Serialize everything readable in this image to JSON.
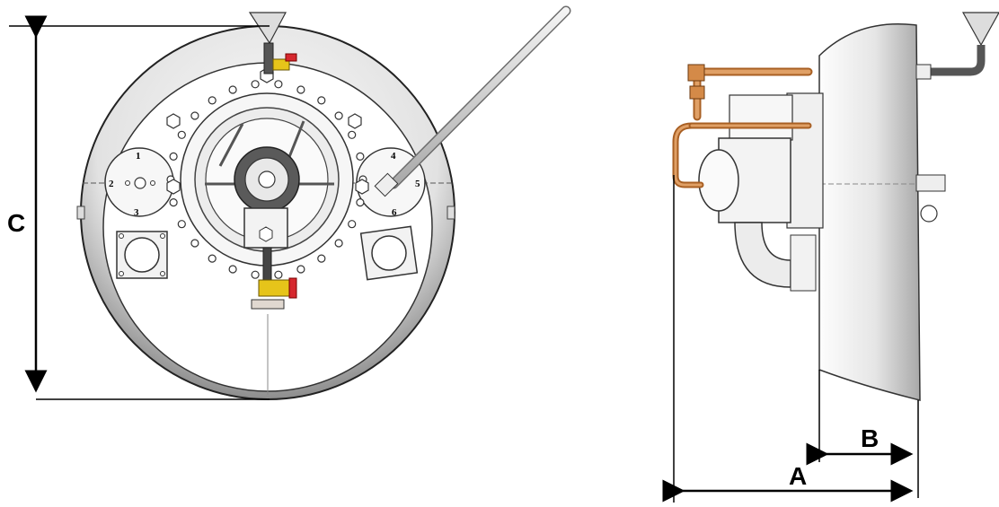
{
  "dimensions": {
    "c_label": "C",
    "b_label": "B",
    "a_label": "A"
  },
  "front_view": {
    "port_numbers": [
      "1",
      "2",
      "3",
      "4",
      "5",
      "6"
    ]
  },
  "colors": {
    "shell": "#e9e9e9",
    "shell_shadow": "#b8b8b8",
    "valve_red": "#d6282e",
    "valve_yellow": "#e6c41a",
    "copper_pipe": "#c97a3a",
    "line": "#111111"
  }
}
